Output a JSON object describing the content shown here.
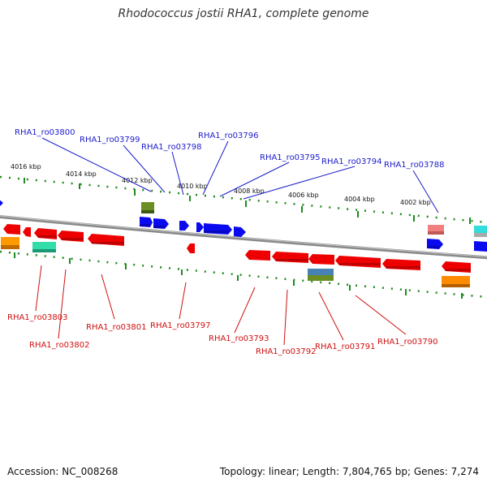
{
  "title": "Rhodococcus jostii RHA1, complete genome",
  "accession": "Accession: NC_008268",
  "summary": "Topology: linear; Length: 7,804,765 bp; Genes: 7,274",
  "colors": {
    "forward_label": "#1c1ccc",
    "reverse_label": "#d01010",
    "tick_major": "#2e8b2e",
    "backbone": "#888888",
    "gene_forward": "#0000ee",
    "gene_reverse": "#ee0000"
  },
  "ticks": [
    {
      "label": "4016 kbp"
    },
    {
      "label": "4014 kbp"
    },
    {
      "label": "4012 kbp"
    },
    {
      "label": "4010 kbp"
    },
    {
      "label": "4008 kbp"
    },
    {
      "label": "4006 kbp"
    },
    {
      "label": "4004 kbp"
    },
    {
      "label": "4002 kbp"
    }
  ],
  "forward_genes": [
    {
      "name": "RHA1_ro03800"
    },
    {
      "name": "RHA1_ro03799"
    },
    {
      "name": "RHA1_ro03798"
    },
    {
      "name": "RHA1_ro03796"
    },
    {
      "name": "RHA1_ro03795"
    },
    {
      "name": "RHA1_ro03794"
    },
    {
      "name": "RHA1_ro03788"
    }
  ],
  "reverse_genes": [
    {
      "name": "RHA1_ro03803"
    },
    {
      "name": "RHA1_ro03802"
    },
    {
      "name": "RHA1_ro03801"
    },
    {
      "name": "RHA1_ro03797"
    },
    {
      "name": "RHA1_ro03793"
    },
    {
      "name": "RHA1_ro03792"
    },
    {
      "name": "RHA1_ro03791"
    },
    {
      "name": "RHA1_ro03790"
    }
  ]
}
